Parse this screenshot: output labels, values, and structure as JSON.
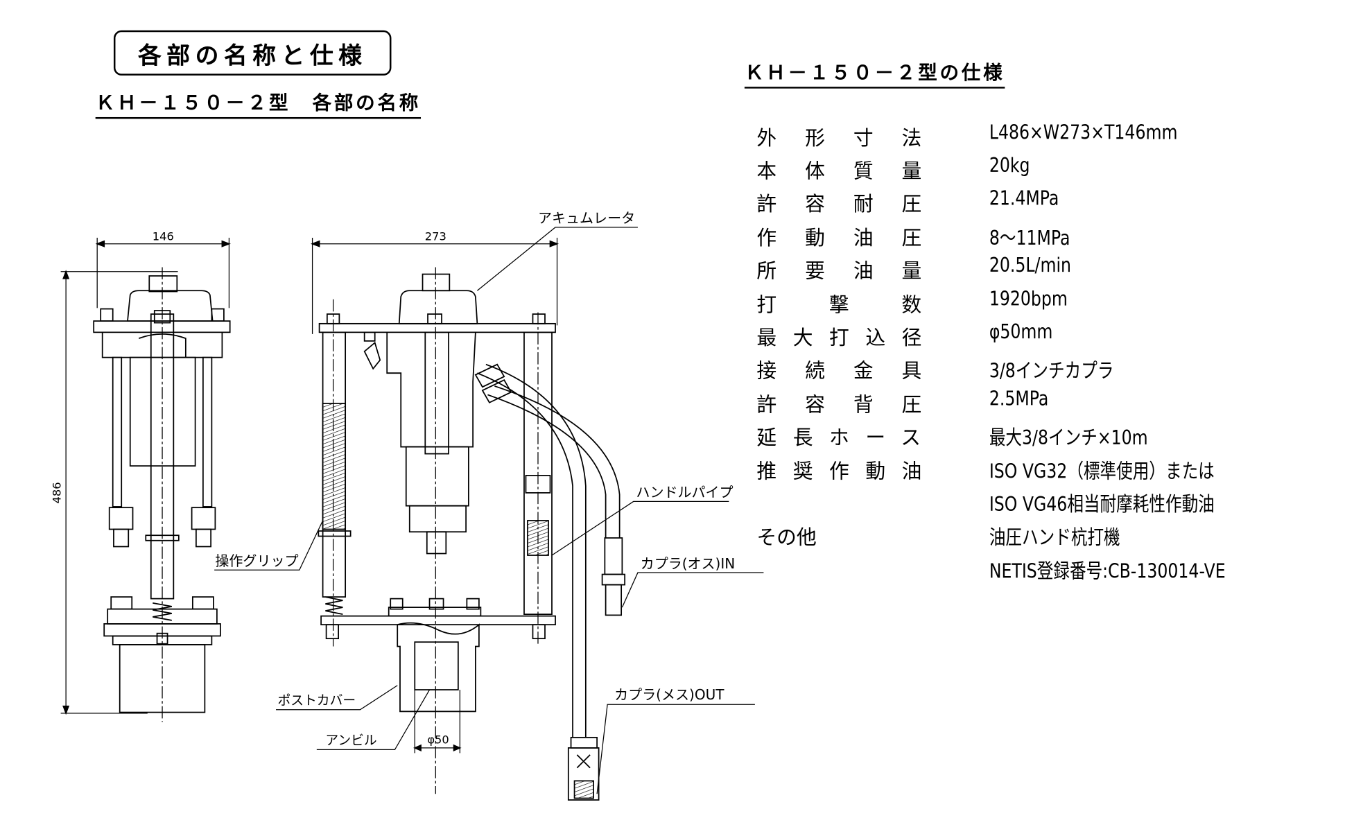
{
  "header": {
    "title": "各部の名称と仕様",
    "parts_subtitle": "ＫＨ－１５０－２型　各部の名称",
    "spec_title": "ＫＨ－１５０－２型の仕様"
  },
  "specs": [
    {
      "label": "外形寸法",
      "value": "L486×W273×T146mm"
    },
    {
      "label": "本体質量",
      "value": "20kg"
    },
    {
      "label": "許容耐圧",
      "value": "21.4MPa"
    },
    {
      "label": "作動油圧",
      "value": "8～11MPa"
    },
    {
      "label": "所要油量",
      "value": "20.5L/min"
    },
    {
      "label": "打撃数",
      "value": "1920bpm"
    },
    {
      "label": "最大打込径",
      "value": "φ50mm"
    },
    {
      "label": "接続金具",
      "value": "3/8インチカプラ"
    },
    {
      "label": "許容背圧",
      "value": "2.5MPa"
    },
    {
      "label": "延長ホース",
      "value": "最大3/8インチ×10m"
    },
    {
      "label": "推奨作動油",
      "value": "ISO VG32（標準使用）または"
    },
    {
      "label": "",
      "value": "ISO VG46相当耐摩耗性作動油"
    },
    {
      "label": "その他",
      "value": "油圧ハンド杭打機"
    },
    {
      "label": "",
      "value": "NETIS登録番号:CB-130014-VE"
    }
  ],
  "drawing": {
    "dim_width_side": "146",
    "dim_width_front": "273",
    "dim_height": "486",
    "dim_anvil": "φ50",
    "labels": {
      "accumulator": "アキュムレータ",
      "handle_pipe": "ハンドルパイプ",
      "grip": "操作グリップ",
      "coupler_in": "カプラ(オス)IN",
      "coupler_out": "カプラ(メス)OUT",
      "post_cover": "ポストカバー",
      "anvil": "アンビル"
    }
  }
}
